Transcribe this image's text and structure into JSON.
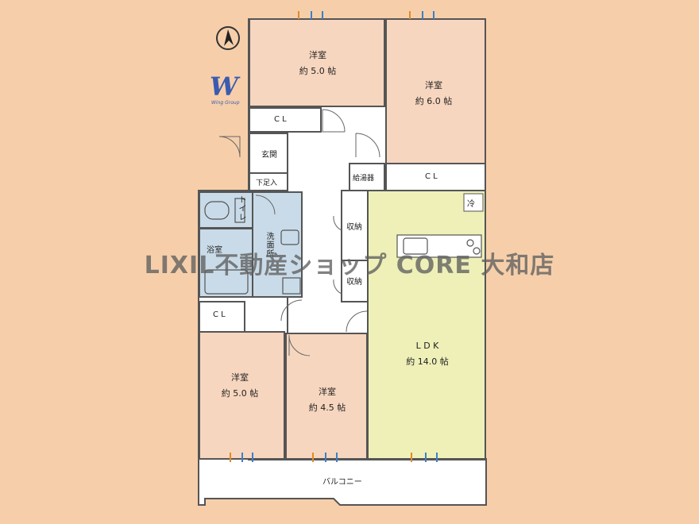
{
  "brand": {
    "logo_mark": "W",
    "logo_sub": "Wing Group"
  },
  "rooms": {
    "room_top_left": {
      "name": "洋室",
      "size": "約 5.0 帖"
    },
    "room_top_right": {
      "name": "洋室",
      "size": "約 6.0 帖"
    },
    "room_bottom_left": {
      "name": "洋室",
      "size": "約 5.0 帖"
    },
    "room_bottom_mid": {
      "name": "洋室",
      "size": "約 4.5 帖"
    },
    "ldk": {
      "name": "L D K",
      "size": "約 14.0 帖"
    }
  },
  "labels": {
    "cl_top": "C L",
    "cl_right": "C L",
    "cl_left": "C L",
    "entrance": "玄関",
    "shoe_box": "下足入",
    "water_heater": "給湯器",
    "toilet": "トイレ",
    "bath": "浴室",
    "washroom": "洗面所",
    "storage_1": "収納",
    "storage_2": "収納",
    "fridge": "冷",
    "balcony": "バルコニー"
  },
  "watermark": "LIXIL不動産ショップ CORE 大和店",
  "colors": {
    "background": "#f6cfaa",
    "room_fill": "#f7d6bf",
    "ldk_fill": "#eef0b8",
    "wet_area_fill": "#c9dbe8",
    "interior_fill": "#ffffff",
    "wall": "#555555"
  }
}
